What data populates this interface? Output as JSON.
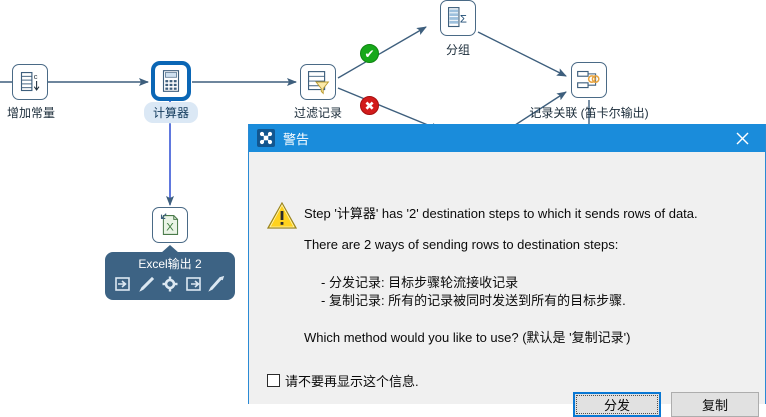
{
  "canvas": {
    "steps": [
      {
        "id": "add-constants",
        "label": "增加常量",
        "icon": "constants-icon",
        "selected": false
      },
      {
        "id": "calculator",
        "label": "计算器",
        "icon": "calculator-icon",
        "selected": true
      },
      {
        "id": "filter-rows",
        "label": "过滤记录",
        "icon": "filter-icon",
        "selected": false
      },
      {
        "id": "group-by",
        "label": "分组",
        "icon": "groupby-icon",
        "selected": false
      },
      {
        "id": "join-rows",
        "label": "记录关联 (笛卡尔输出)",
        "icon": "join-icon",
        "selected": false
      },
      {
        "id": "excel-output",
        "label": "Excel输出 2",
        "icon": "excel-icon",
        "selected": false
      }
    ],
    "hop_badges": [
      {
        "id": "true-hop",
        "kind": "ok",
        "glyph": "✔"
      },
      {
        "id": "false-hop",
        "kind": "no",
        "glyph": "✖"
      }
    ],
    "excel_toolbar": {
      "title": "Excel输出 2",
      "icons": [
        "input-fields-icon",
        "edit-step-icon",
        "step-settings-icon",
        "output-fields-icon",
        "preview-step-icon"
      ]
    }
  },
  "dialog": {
    "title": "警告",
    "title_icon": "pentaho-logo-icon",
    "close_label": "✕",
    "warning_icon": "warning-triangle-icon",
    "messages": {
      "line1": "Step '计算器' has '2' destination steps to which it sends rows of data.",
      "line2": "There are 2 ways of sending rows to destination steps:",
      "line3": "- 分发记录: 目标步骤轮流接收记录",
      "line4": "- 复制记录: 所有的记录被同时发送到所有的目标步骤.",
      "line5": "Which method would you like to use? (默认是 '复制记录')"
    },
    "checkbox": {
      "label": "请不要再显示这个信息.",
      "checked": false
    },
    "buttons": {
      "distribute": "分发",
      "copy": "复制"
    }
  },
  "colors": {
    "title_bar": "#1a8cdb",
    "dialog_bg": "#f0f0f0",
    "selection_blue": "#0a66b5",
    "hop_line": "#4a6a86",
    "badge_ok": "#17a81a",
    "badge_no": "#d21b1b",
    "tooltip_bg": "#3d6384",
    "focus_border": "#0a78d4"
  }
}
